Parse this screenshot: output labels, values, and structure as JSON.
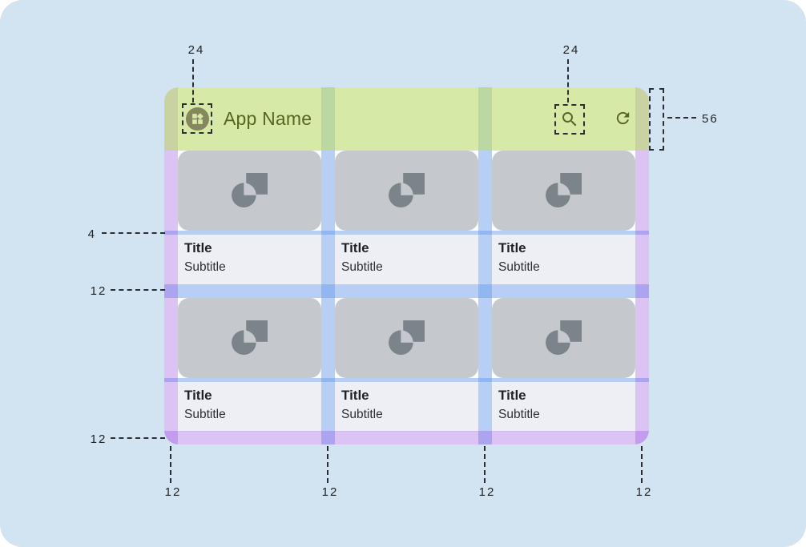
{
  "app": {
    "name": "App Name",
    "appbar": {
      "nav_icon": "widgets-icon",
      "action_icons": [
        "search-icon",
        "refresh-icon"
      ]
    },
    "cards": [
      {
        "title": "Title",
        "subtitle": "Subtitle"
      },
      {
        "title": "Title",
        "subtitle": "Subtitle"
      },
      {
        "title": "Title",
        "subtitle": "Subtitle"
      },
      {
        "title": "Title",
        "subtitle": "Subtitle"
      },
      {
        "title": "Title",
        "subtitle": "Subtitle"
      },
      {
        "title": "Title",
        "subtitle": "Subtitle"
      }
    ]
  },
  "annotations": {
    "icon_size_left": "24",
    "icon_size_right": "24",
    "appbar_height": "56",
    "image_text_gap": "4",
    "row_gutter": "12",
    "bottom_margin": "12",
    "bottom_spacings": [
      "12",
      "12",
      "12",
      "12"
    ]
  },
  "colors": {
    "page_bg": "#d2e3f1",
    "appbar_overlay": "#d6e8a6",
    "margin_overlay": "#ddc9f5",
    "gutter_overlay": "#b9d0f6",
    "appbar_content": "#57661f",
    "card_image_bg": "#c5c9cd",
    "card_image_icon": "#7b838b",
    "card_text_bg": "#edeff4",
    "annotation_text": "#202327"
  }
}
